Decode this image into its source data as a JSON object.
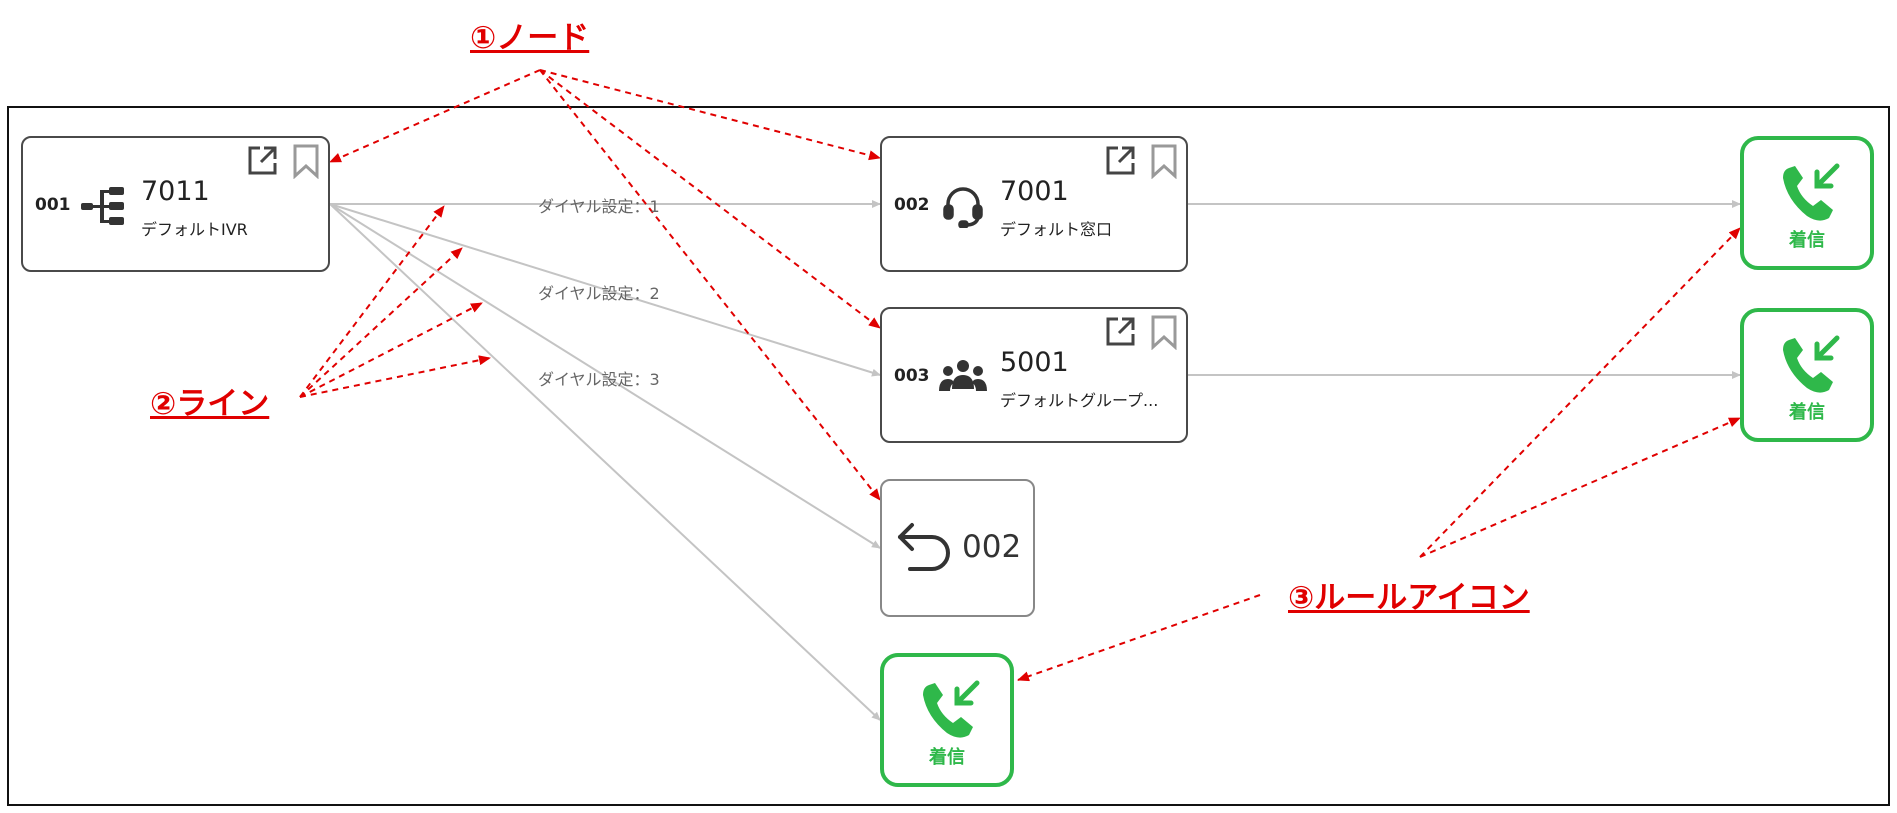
{
  "callouts": {
    "node": "①ノード",
    "line": "②ライン",
    "rule_icon": "③ルールアイコン"
  },
  "nodes": [
    {
      "number": "001",
      "extension": "7011",
      "name": "デフォルトIVR",
      "icon": "ivr-tree-icon"
    },
    {
      "number": "002",
      "extension": "7001",
      "name": "デフォルト窓口",
      "icon": "headset-icon"
    },
    {
      "number": "003",
      "extension": "5001",
      "name": "デフォルトグループ...",
      "icon": "group-icon"
    }
  ],
  "return_node": {
    "target": "002",
    "icon": "return-arrow-icon"
  },
  "edge_labels": [
    "ダイヤル設定：1",
    "ダイヤル設定：2",
    "ダイヤル設定：3"
  ],
  "rule_icons": [
    {
      "label": "着信",
      "icon": "incoming-call-icon"
    },
    {
      "label": "着信",
      "icon": "incoming-call-icon"
    },
    {
      "label": "着信",
      "icon": "incoming-call-icon"
    }
  ],
  "node_actions": [
    "open-external-icon",
    "bookmark-icon"
  ],
  "colors": {
    "callout": "#e00000",
    "rule_border": "#2fb84a",
    "line": "#bdbdbd",
    "node_border": "#4a4a4a"
  }
}
